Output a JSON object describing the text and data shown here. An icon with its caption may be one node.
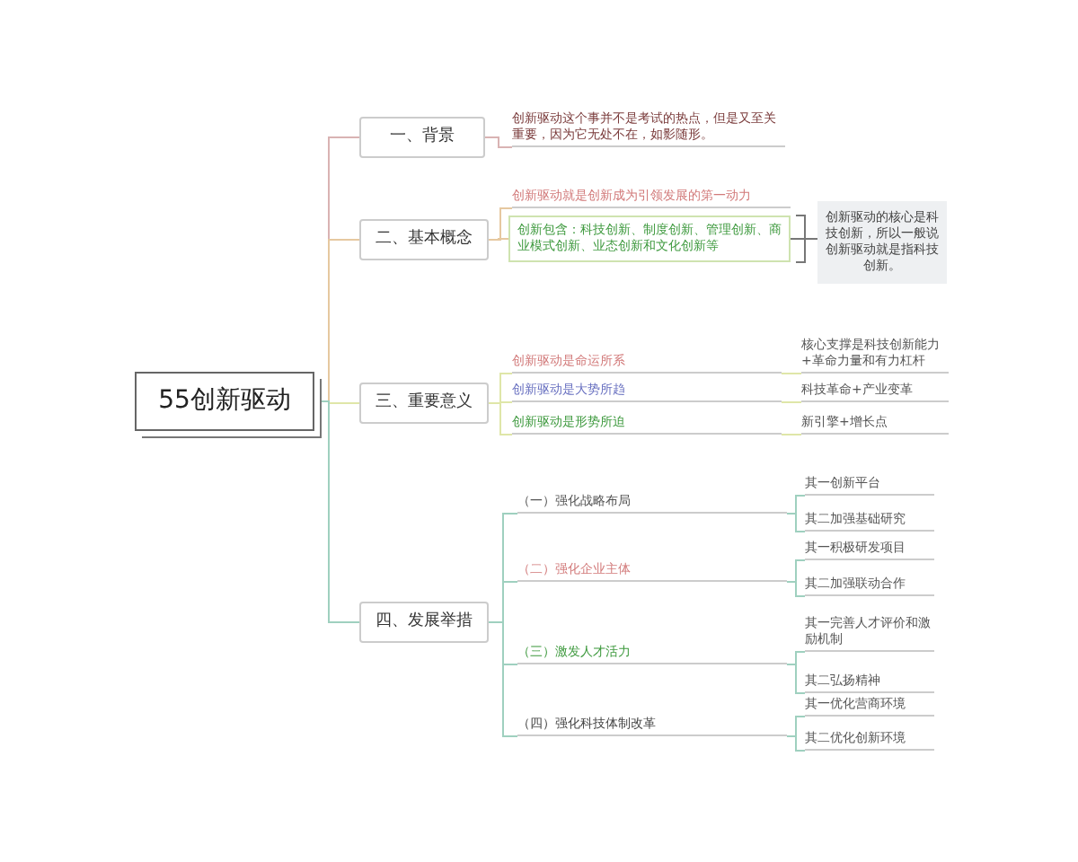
{
  "diagram": {
    "nodes": [
      {
        "text": [
          "55创新驱动"
        ]
      },
      {
        "text": [
          "一、背景"
        ]
      },
      {
        "text": [
          "创新驱动这个事并不是考试的热点，但是又至关重要，因为它无处不在，如影随形。"
        ]
      },
      {
        "text": [
          "二、基本概念"
        ]
      },
      {
        "text": [
          "创新驱动就是创新成为引领发展的第一动力"
        ]
      },
      {
        "text": [
          "创新包含：科技创新、制度创新、管理创新、商业模式创新、业态创新和文化创新等"
        ]
      },
      {
        "text": [
          "创新驱动的核心是科技创新，所以一般说创新驱动就是指科技创新。"
        ]
      },
      {
        "text": [
          "三、重要意义"
        ]
      },
      {
        "text": [
          "创新驱动是命运所系"
        ]
      },
      {
        "text": [
          "核心支撑是科技创新能力+革命力量和有力杠杆"
        ]
      },
      {
        "text": [
          "创新驱动是大势所趋"
        ]
      },
      {
        "text": [
          "科技革命+产业变革"
        ]
      },
      {
        "text": [
          "创新驱动是形势所迫"
        ]
      },
      {
        "text": [
          "新引擎+增长点"
        ]
      },
      {
        "text": [
          "四、发展举措"
        ]
      },
      {
        "text": [
          "（一）强化战略布局"
        ]
      },
      {
        "text": [
          "其一创新平台"
        ]
      },
      {
        "text": [
          "其二加强基础研究"
        ]
      },
      {
        "text": [
          "（二）强化企业主体"
        ]
      },
      {
        "text": [
          "其一积极研发项目"
        ]
      },
      {
        "text": [
          "其二加强联动合作"
        ]
      },
      {
        "text": [
          "（三）激发人才活力"
        ]
      },
      {
        "text": [
          "其一完善人才评价和激励机制"
        ]
      },
      {
        "text": [
          "其二弘扬精神"
        ]
      },
      {
        "text": [
          "（四）强化科技体制改革"
        ]
      },
      {
        "text": [
          "其一优化营商环境"
        ]
      },
      {
        "text": [
          "其二优化创新环境"
        ]
      }
    ],
    "edges": [
      {
        "from": 0,
        "to": 1,
        "arrow": "none",
        "color": "#d9b3b3"
      },
      {
        "from": 0,
        "to": 3,
        "arrow": "none",
        "color": "#e6c8a0"
      },
      {
        "from": 0,
        "to": 7,
        "arrow": "none",
        "color": "#dfe6a8"
      },
      {
        "from": 0,
        "to": 14,
        "arrow": "none"
      },
      {
        "from": 1,
        "to": 2,
        "arrow": "none",
        "color": "#d9b3b3"
      },
      {
        "from": 3,
        "to": 4,
        "arrow": "none",
        "color": "#e6c8a0"
      },
      {
        "from": 3,
        "to": 5,
        "arrow": "none",
        "color": "#e6c8a0"
      },
      {
        "from": 5,
        "to": 6,
        "arrow": "none",
        "color": "#777777"
      },
      {
        "from": 7,
        "to": 8,
        "arrow": "none",
        "color": "#dfe6a8"
      },
      {
        "from": 8,
        "to": 9,
        "arrow": "none",
        "color": "#dfe6a8"
      },
      {
        "from": 7,
        "to": 10,
        "arrow": "none",
        "color": "#dfe6a8"
      },
      {
        "from": 10,
        "to": 11,
        "arrow": "none",
        "color": "#dfe6a8"
      },
      {
        "from": 7,
        "to": 12,
        "arrow": "none",
        "color": "#dfe6a8"
      },
      {
        "from": 12,
        "to": 13,
        "arrow": "none",
        "color": "#dfe6a8"
      },
      {
        "from": 14,
        "to": 15,
        "arrow": "none"
      },
      {
        "from": 15,
        "to": 16,
        "arrow": "none"
      },
      {
        "from": 15,
        "to": 17,
        "arrow": "none"
      },
      {
        "from": 14,
        "to": 18,
        "arrow": "none"
      },
      {
        "from": 18,
        "to": 19,
        "arrow": "none"
      },
      {
        "from": 18,
        "to": 20,
        "arrow": "none"
      },
      {
        "from": 14,
        "to": 21,
        "arrow": "none"
      },
      {
        "from": 21,
        "to": 22,
        "arrow": "none"
      },
      {
        "from": 21,
        "to": 23,
        "arrow": "none"
      },
      {
        "from": 14,
        "to": 24,
        "arrow": "none"
      },
      {
        "from": 24,
        "to": 25,
        "arrow": "none"
      },
      {
        "from": 24,
        "to": 26,
        "arrow": "none"
      }
    ]
  }
}
